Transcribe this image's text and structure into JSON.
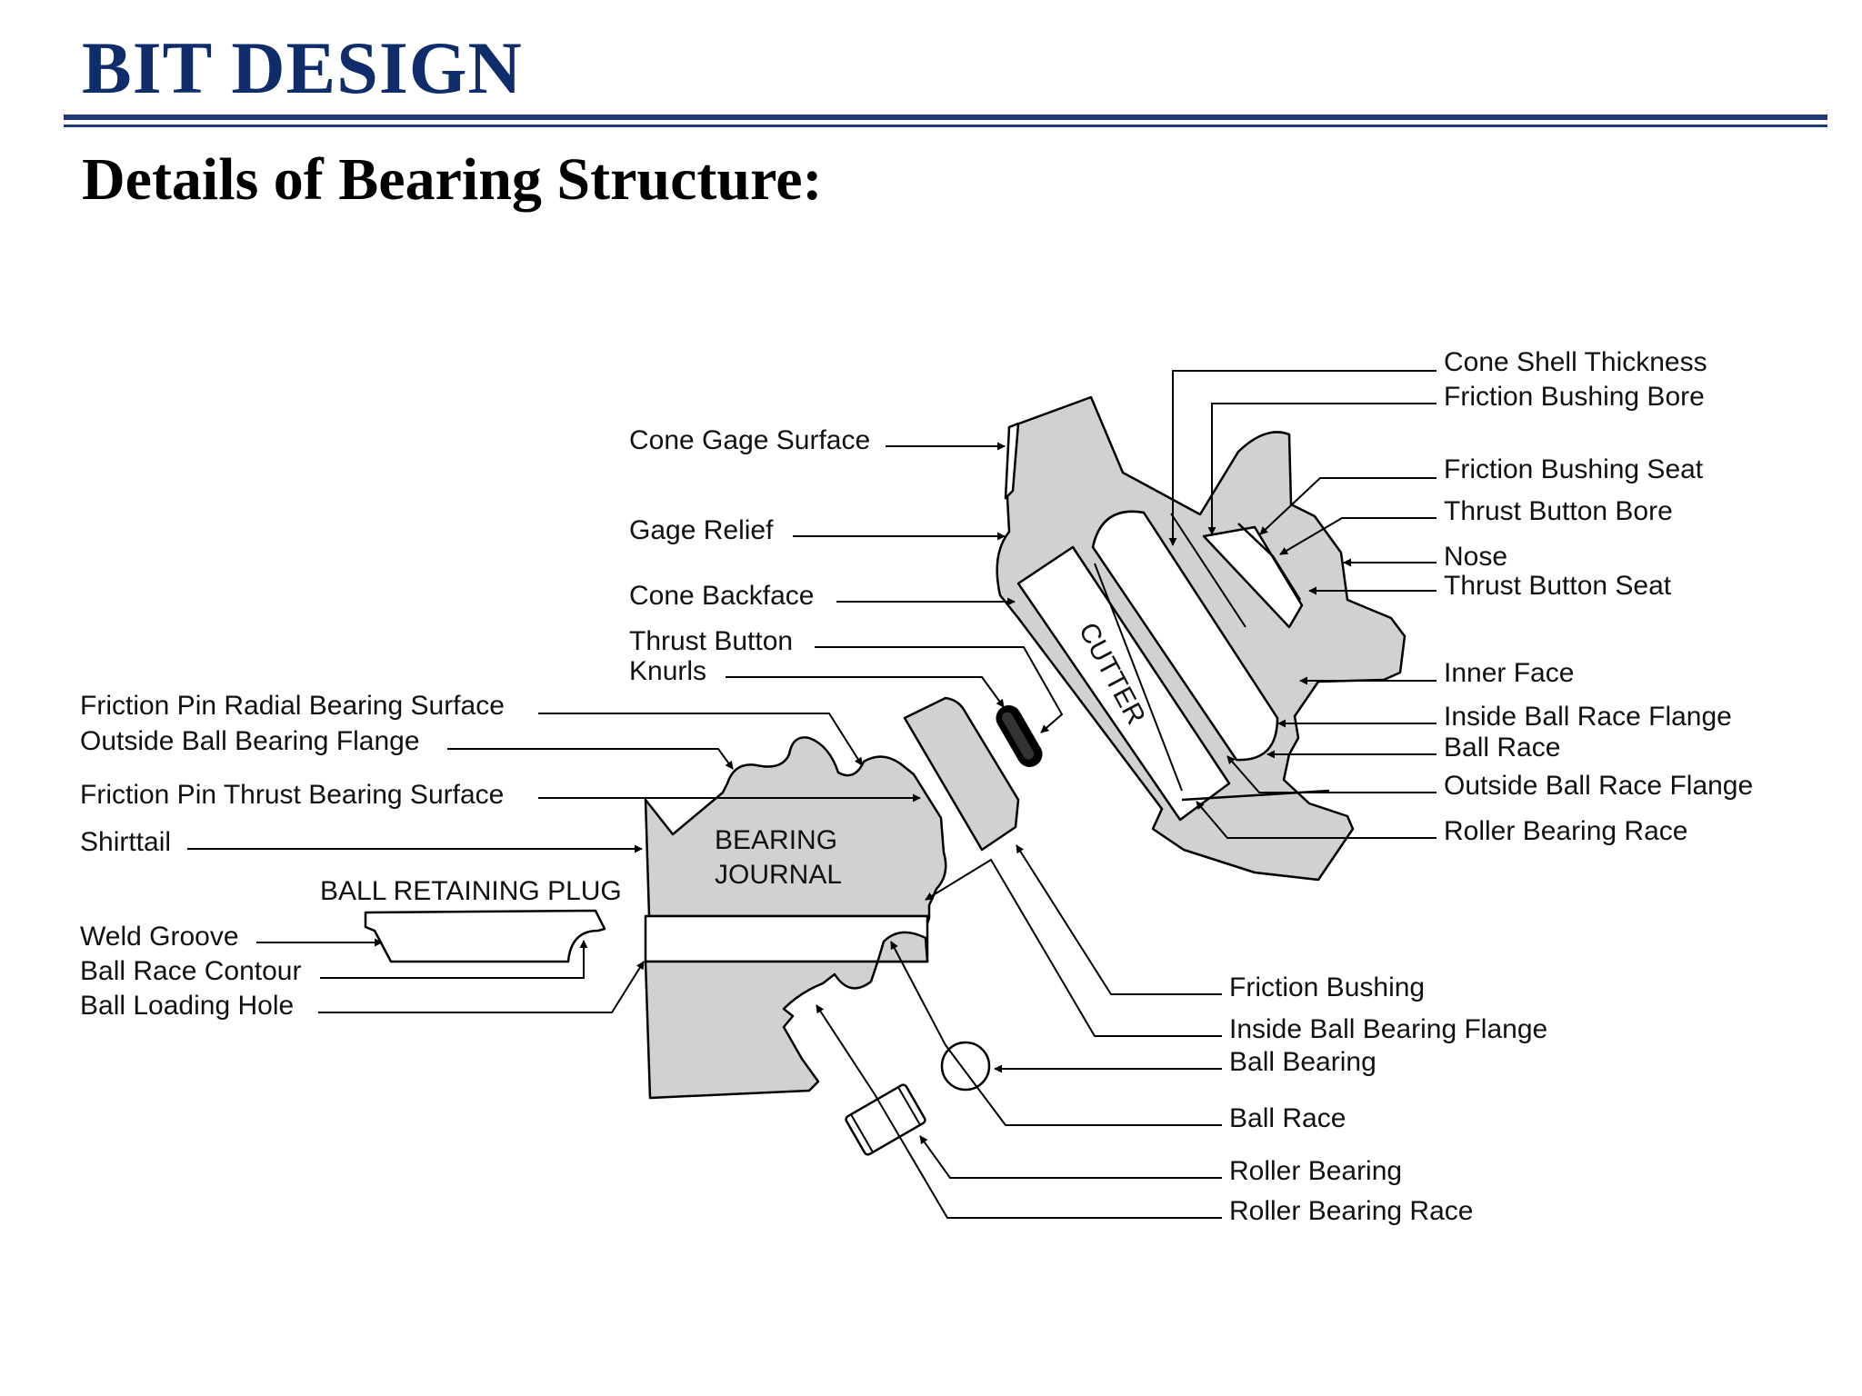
{
  "header": {
    "title": "BIT DESIGN",
    "subtitle": "Details of Bearing Structure:"
  },
  "diagram": {
    "part_labels": {
      "bearing_journal_line1": "BEARING",
      "bearing_journal_line2": "JOURNAL",
      "cutter": "CUTTER",
      "ball_retaining_plug": "BALL RETAINING PLUG"
    },
    "labels": {
      "cone_gage_surface": "Cone Gage Surface",
      "gage_relief": "Gage Relief",
      "cone_backface": "Cone Backface",
      "thrust_button": "Thrust Button",
      "knurls": "Knurls",
      "friction_pin_radial_bearing_surface": "Friction Pin Radial Bearing Surface",
      "outside_ball_bearing_flange": "Outside Ball Bearing Flange",
      "friction_pin_thrust_bearing_surface": "Friction Pin Thrust Bearing Surface",
      "shirttail": "Shirttail",
      "weld_groove": "Weld Groove",
      "ball_race_contour": "Ball Race Contour",
      "ball_loading_hole": "Ball Loading Hole",
      "cone_shell_thickness": "Cone Shell Thickness",
      "friction_bushing_bore": "Friction Bushing Bore",
      "friction_bushing_seat": "Friction Bushing Seat",
      "thrust_button_bore": "Thrust Button Bore",
      "nose": "Nose",
      "thrust_button_seat": "Thrust Button Seat",
      "inner_face": "Inner Face",
      "inside_ball_race_flange": "Inside Ball Race Flange",
      "ball_race_right": "Ball Race",
      "outside_ball_race_flange": "Outside Ball Race Flange",
      "roller_bearing_race_right": "Roller Bearing Race",
      "friction_bushing": "Friction Bushing",
      "inside_ball_bearing_flange": "Inside Ball Bearing Flange",
      "ball_bearing": "Ball Bearing",
      "ball_race_bottom": "Ball Race",
      "roller_bearing": "Roller Bearing",
      "roller_bearing_race_bottom": "Roller Bearing Race"
    }
  }
}
